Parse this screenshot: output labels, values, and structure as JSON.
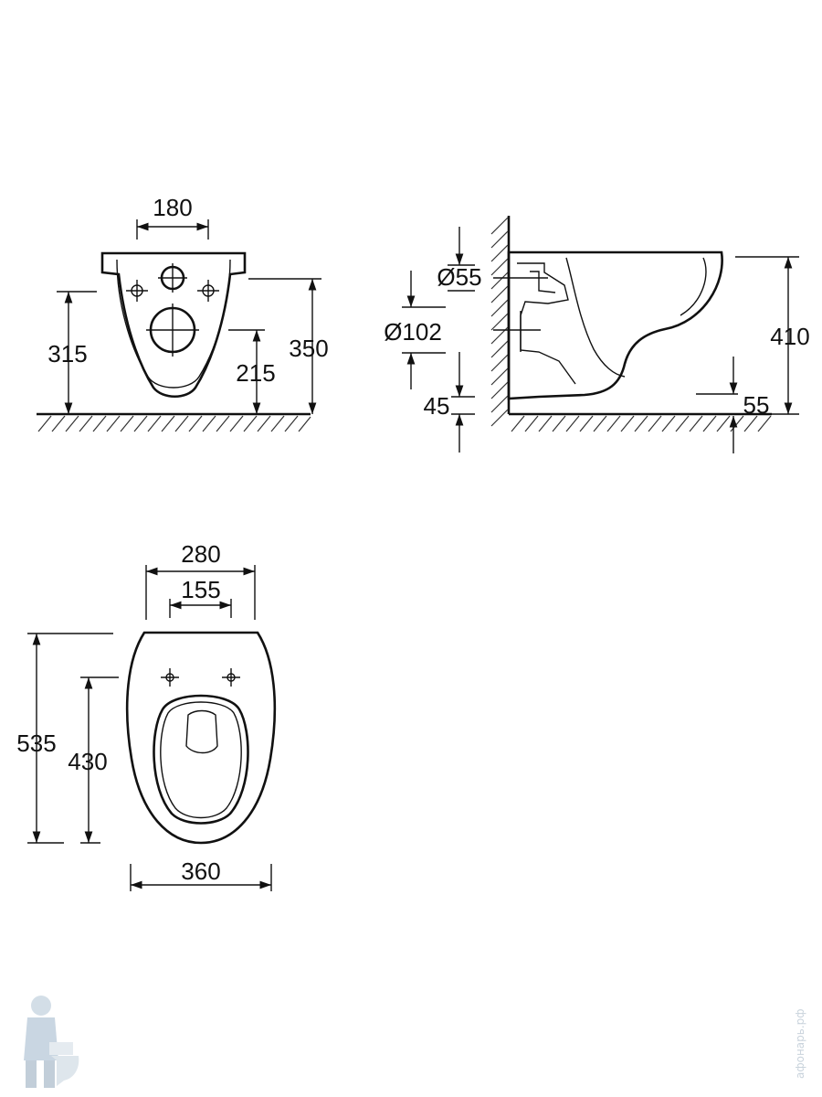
{
  "front_view": {
    "dims": {
      "fixing_span": "180",
      "fixing_height": "315",
      "total_height": "350",
      "outlet_height": "215"
    }
  },
  "side_view": {
    "dims": {
      "inlet_diameter": "Ø55",
      "outlet_diameter": "Ø102",
      "outlet_offset": "45",
      "total_height": "410",
      "bottom_gap": "55"
    }
  },
  "top_view": {
    "dims": {
      "rear_width": "280",
      "fixing_span": "155",
      "total_length": "535",
      "seat_length": "430",
      "total_width": "360"
    }
  },
  "watermark": {
    "text": "афонарь.рф"
  }
}
